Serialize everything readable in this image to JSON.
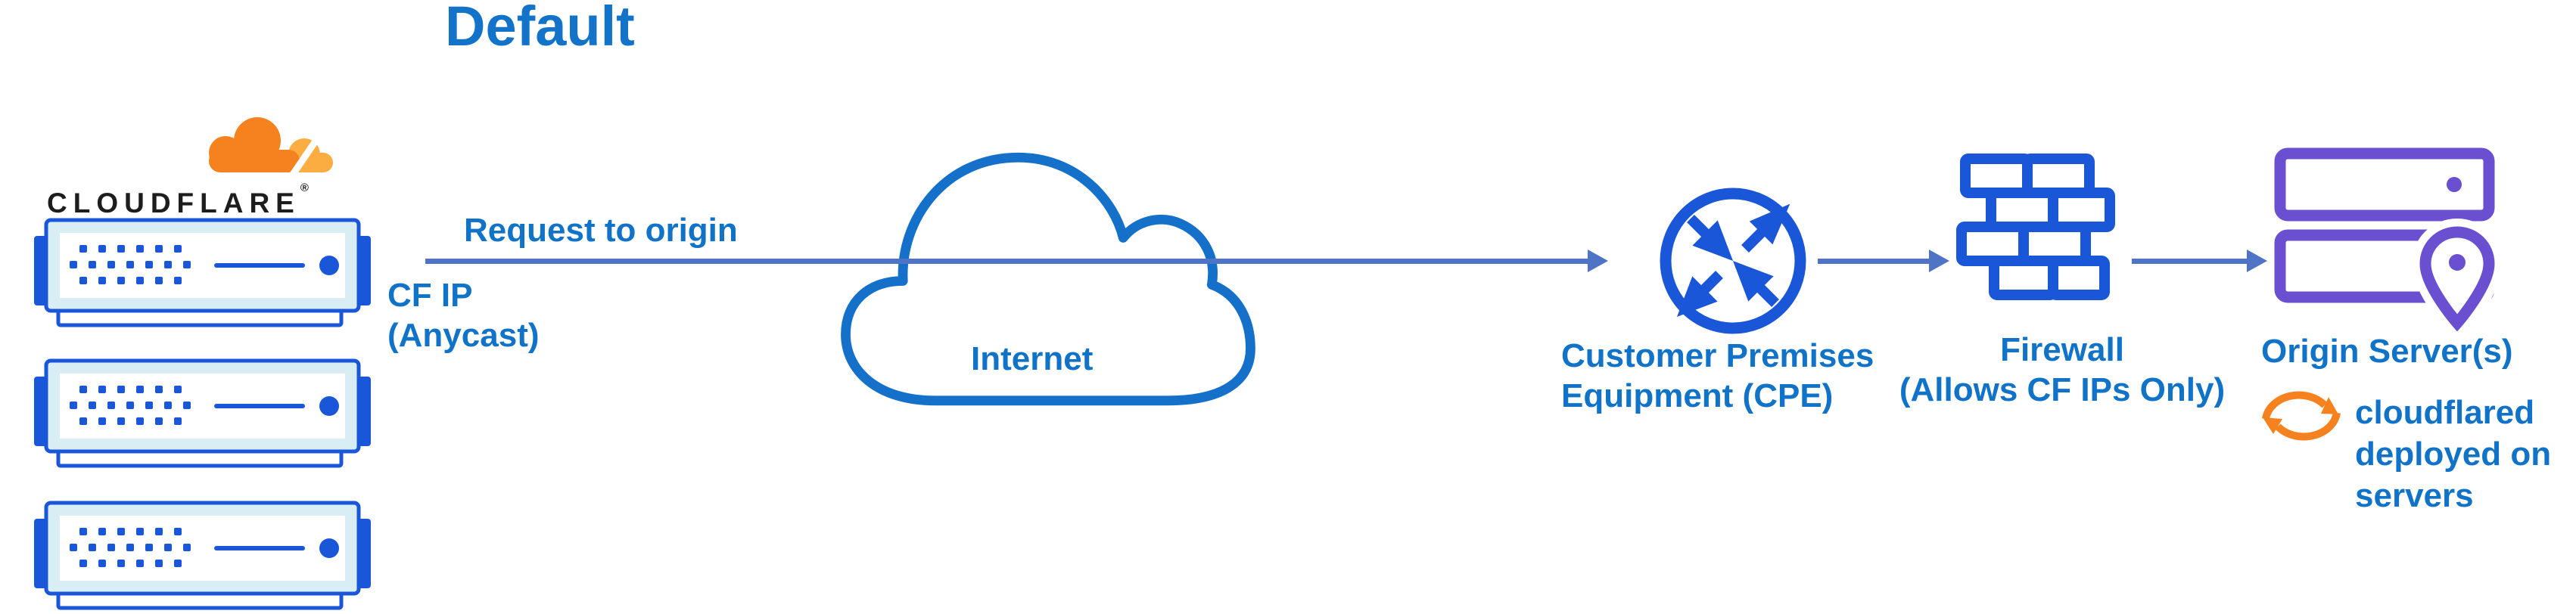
{
  "title": "Default",
  "logo": {
    "wordmark": "CLOUDFLARE",
    "registered_mark": "®"
  },
  "labels": {
    "request_to_origin": "Request to origin",
    "cf_ip": {
      "line1": "CF IP",
      "line2": "(Anycast)"
    },
    "internet": "Internet",
    "cpe": {
      "line1": "Customer Premises",
      "line2": "Equipment (CPE)"
    },
    "firewall": {
      "line1": "Firewall",
      "line2": "(Allows CF IPs Only)"
    },
    "origin": "Origin Server(s)",
    "cloudflared": {
      "line1": "cloudflared",
      "line2": "deployed on",
      "line3": "servers"
    }
  },
  "icons": {
    "cloudflare-logo-cloud-icon": "orange two-tone cloud",
    "server-rack-icon": "blue rack server with dot grid, line and power circle (x3)",
    "internet-cloud-icon": "blue outlined cloud",
    "cpe-router-icon": "circle with two inward and two outward diagonal arrows",
    "firewall-icon": "blue brick wall",
    "origin-servers-icon": "two purple server bars",
    "location-pin-icon": "purple map pin on origin servers",
    "sync-icon": "orange circular refresh arrows",
    "arrow-right-icon": "slate-blue flow arrows (x3)"
  },
  "colors": {
    "label_blue": "#1173c8",
    "title_blue": "#1273c8",
    "icon_blue": "#1a56d8",
    "cloud_stroke_blue": "#1470c9",
    "arrow_slate_blue": "#4f74c6",
    "origin_purple": "#6a4fd0",
    "cloudflare_orange": "#f6821f",
    "cloudflare_orange_light": "#fbad41",
    "rack_frame_fill": "#d9edf5",
    "wordmark_black": "#1d1d1d"
  }
}
